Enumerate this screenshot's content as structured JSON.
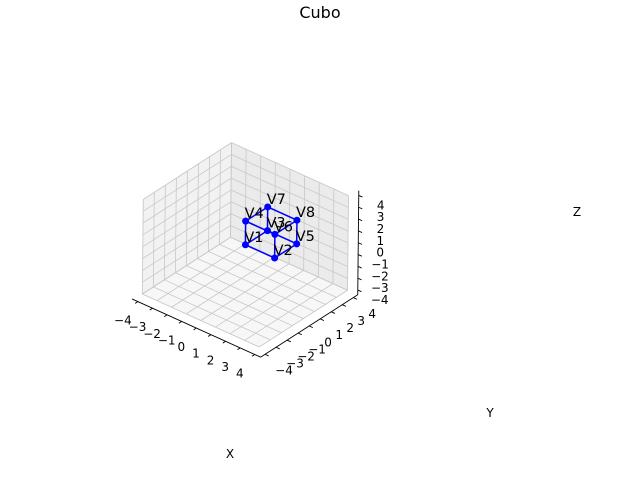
{
  "chart_data": {
    "type": "scatter",
    "projection": "3d",
    "title": "Cubo",
    "xlabel": "X",
    "ylabel": "Y",
    "zlabel": "Z",
    "xlim": [
      -4,
      4
    ],
    "ylim": [
      -4,
      4
    ],
    "zlim": [
      -4,
      4
    ],
    "xticks": [
      -4,
      -3,
      -2,
      -1,
      0,
      1,
      2,
      3,
      4
    ],
    "yticks": [
      -4,
      -3,
      -2,
      -1,
      0,
      1,
      2,
      3,
      4
    ],
    "zticks": [
      -4,
      -3,
      -2,
      -1,
      0,
      1,
      2,
      3,
      4
    ],
    "grid": true,
    "color": "#0000ff",
    "vertices": [
      {
        "label": "V1",
        "x": 0,
        "y": 0,
        "z": 0
      },
      {
        "label": "V2",
        "x": 2,
        "y": 0,
        "z": 0
      },
      {
        "label": "V3",
        "x": 0,
        "y": 2,
        "z": 0
      },
      {
        "label": "V4",
        "x": 0,
        "y": 0,
        "z": 2
      },
      {
        "label": "V5",
        "x": 2,
        "y": 2,
        "z": 0
      },
      {
        "label": "V6",
        "x": 2,
        "y": 0,
        "z": 2
      },
      {
        "label": "V7",
        "x": 0,
        "y": 2,
        "z": 2
      },
      {
        "label": "V8",
        "x": 2,
        "y": 2,
        "z": 2
      }
    ],
    "edges": [
      [
        1,
        2
      ],
      [
        1,
        3
      ],
      [
        1,
        4
      ],
      [
        2,
        5
      ],
      [
        2,
        6
      ],
      [
        3,
        5
      ],
      [
        3,
        7
      ],
      [
        4,
        6
      ],
      [
        4,
        7
      ],
      [
        5,
        8
      ],
      [
        6,
        8
      ],
      [
        7,
        8
      ]
    ]
  }
}
